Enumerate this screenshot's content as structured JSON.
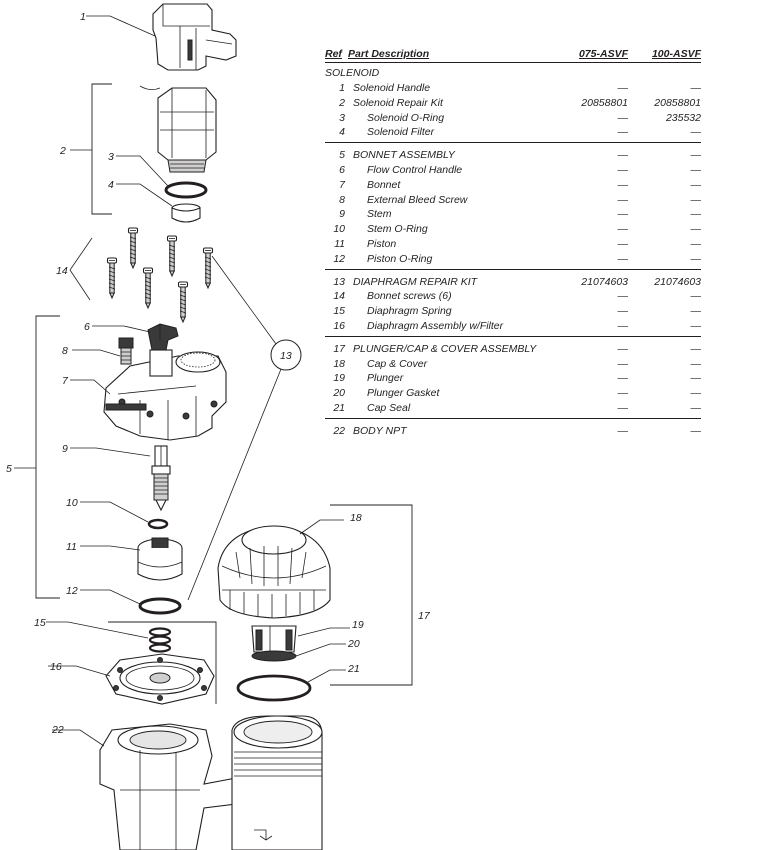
{
  "table": {
    "headers": {
      "ref": "Ref",
      "description": "Part Description",
      "col_a": "075-ASVF",
      "col_b": "100-ASVF"
    },
    "groups": [
      {
        "title": "SOLENOID",
        "rows": [
          {
            "ref": "1",
            "desc": "Solenoid Handle",
            "a": "—",
            "b": "—"
          },
          {
            "ref": "2",
            "desc": "Solenoid Repair Kit",
            "a": "20858801",
            "b": "20858801"
          },
          {
            "ref": "3",
            "desc": "Solenoid O-Ring",
            "a": "—",
            "b": "235532",
            "sub": true
          },
          {
            "ref": "4",
            "desc": "Solenoid Filter",
            "a": "—",
            "b": "—",
            "sub": true
          }
        ]
      },
      {
        "title": "",
        "rows": [
          {
            "ref": "5",
            "desc": "BONNET ASSEMBLY",
            "a": "—",
            "b": "—"
          },
          {
            "ref": "6",
            "desc": "Flow Control Handle",
            "a": "—",
            "b": "—",
            "sub": true
          },
          {
            "ref": "7",
            "desc": "Bonnet",
            "a": "—",
            "b": "—",
            "sub": true
          },
          {
            "ref": "8",
            "desc": "External Bleed Screw",
            "a": "—",
            "b": "—",
            "sub": true
          },
          {
            "ref": "9",
            "desc": "Stem",
            "a": "—",
            "b": "—",
            "sub": true
          },
          {
            "ref": "10",
            "desc": "Stem O-Ring",
            "a": "—",
            "b": "—",
            "sub": true
          },
          {
            "ref": "11",
            "desc": "Piston",
            "a": "—",
            "b": "—",
            "sub": true
          },
          {
            "ref": "12",
            "desc": "Piston O-Ring",
            "a": "—",
            "b": "—",
            "sub": true
          }
        ]
      },
      {
        "title": "",
        "rows": [
          {
            "ref": "13",
            "desc": "DIAPHRAGM REPAIR KIT",
            "a": "21074603",
            "b": "21074603"
          },
          {
            "ref": "14",
            "desc": "Bonnet screws (6)",
            "a": "—",
            "b": "—",
            "sub": true
          },
          {
            "ref": "15",
            "desc": "Diaphragm Spring",
            "a": "—",
            "b": "—",
            "sub": true
          },
          {
            "ref": "16",
            "desc": "Diaphragm Assembly w/Filter",
            "a": "—",
            "b": "—",
            "sub": true
          }
        ]
      },
      {
        "title": "",
        "rows": [
          {
            "ref": "17",
            "desc": "PLUNGER/CAP & COVER ASSEMBLY",
            "a": "—",
            "b": "—"
          },
          {
            "ref": "18",
            "desc": "Cap & Cover",
            "a": "—",
            "b": "—",
            "sub": true
          },
          {
            "ref": "19",
            "desc": "Plunger",
            "a": "—",
            "b": "—",
            "sub": true
          },
          {
            "ref": "20",
            "desc": "Plunger Gasket",
            "a": "—",
            "b": "—",
            "sub": true
          },
          {
            "ref": "21",
            "desc": "Cap Seal",
            "a": "—",
            "b": "—",
            "sub": true
          }
        ]
      },
      {
        "title": "",
        "rows": [
          {
            "ref": "22",
            "desc": "BODY NPT",
            "a": "—",
            "b": "—"
          }
        ]
      }
    ]
  },
  "callouts": {
    "c1": "1",
    "c2": "2",
    "c3": "3",
    "c4": "4",
    "c5": "5",
    "c6": "6",
    "c7": "7",
    "c8": "8",
    "c9": "9",
    "c10": "10",
    "c11": "11",
    "c12": "12",
    "c13": "13",
    "c14": "14",
    "c15": "15",
    "c16": "16",
    "c17": "17",
    "c18": "18",
    "c19": "19",
    "c20": "20",
    "c21": "21",
    "c22": "22"
  }
}
